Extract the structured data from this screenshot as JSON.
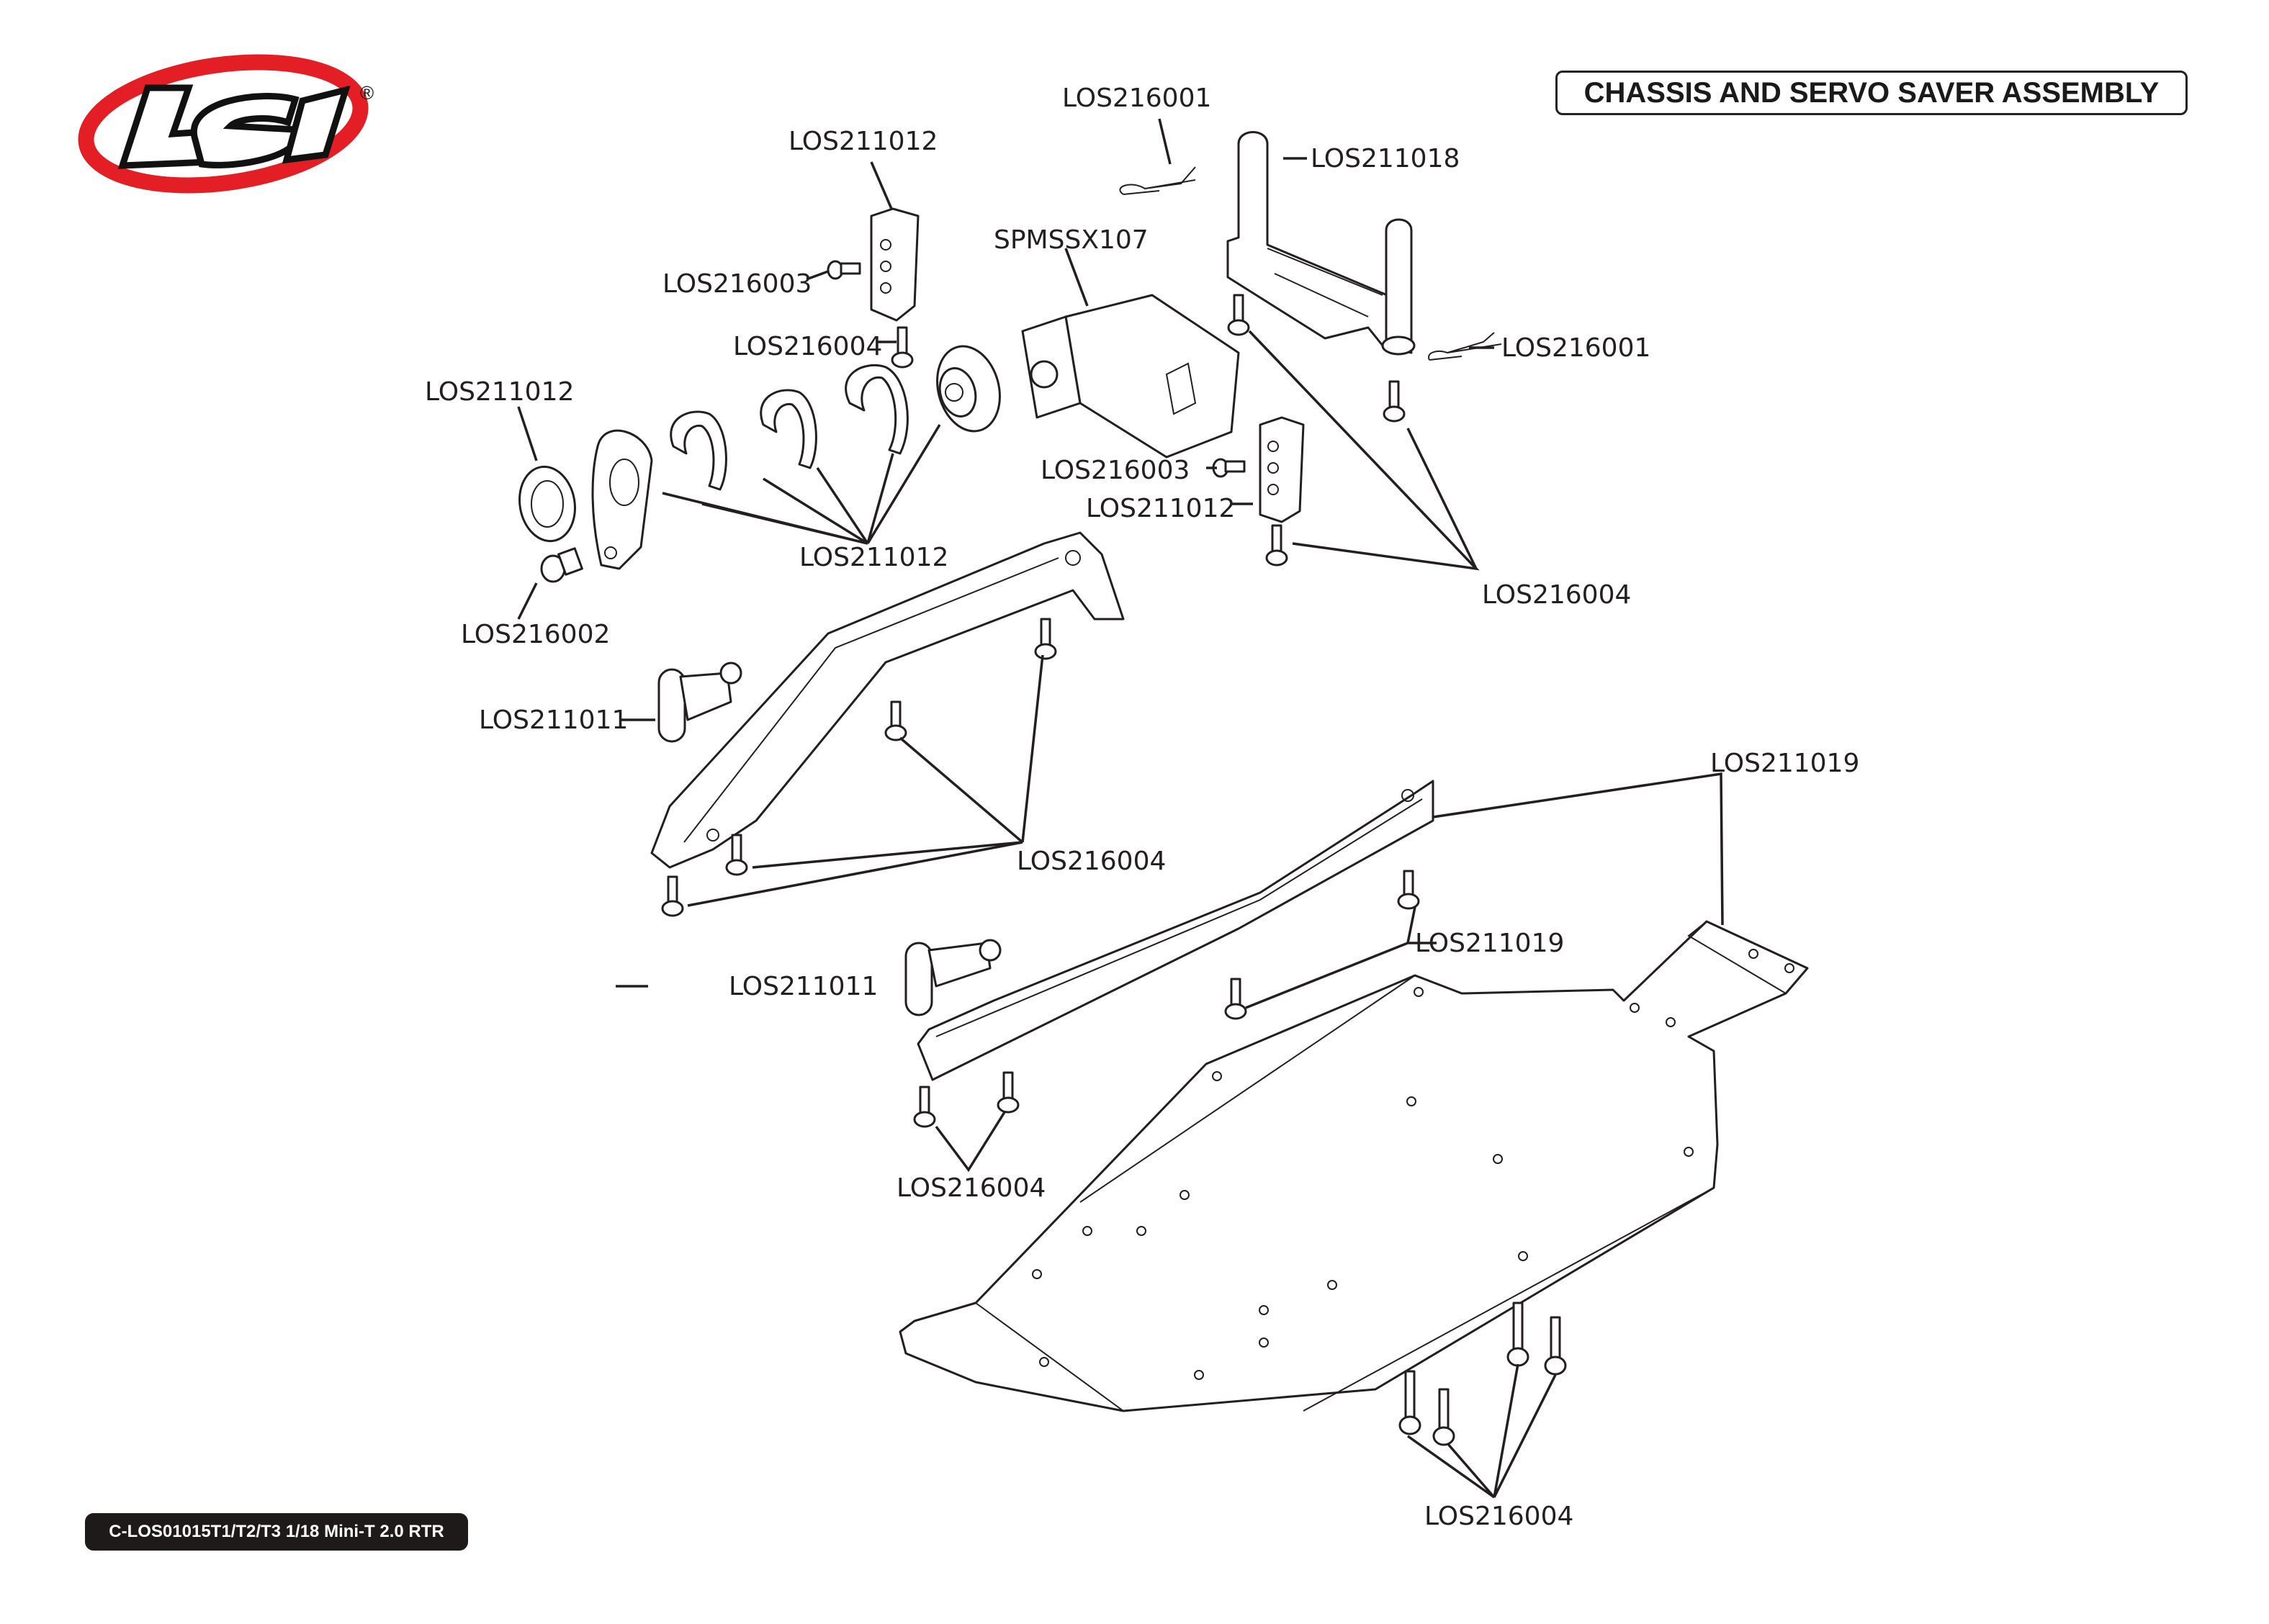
{
  "header": {
    "brand": "LOSI",
    "registered_mark": "®",
    "title": "CHASSIS AND SERVO SAVER ASSEMBLY"
  },
  "footer": {
    "model_code": "C-LOS01015T1/T2/T3 1/18 Mini-T 2.0 RTR"
  },
  "colors": {
    "logo_red": "#e31e24",
    "ink": "#231f20",
    "footer_bg": "#1e1a1a"
  },
  "callouts": [
    {
      "id": "c1",
      "part": "LOS216001",
      "target": "body-clip-top"
    },
    {
      "id": "c2",
      "part": "LOS211012",
      "target": "servo-mount-upper"
    },
    {
      "id": "c3",
      "part": "LOS211018",
      "target": "body-mount-post"
    },
    {
      "id": "c4",
      "part": "SPMSSX107",
      "target": "servo"
    },
    {
      "id": "c5",
      "part": "LOS216003",
      "target": "servo-mount-screw-upper"
    },
    {
      "id": "c6",
      "part": "LOS216004",
      "target": "servo-mount-screw-upper-bottom"
    },
    {
      "id": "c7",
      "part": "LOS216001",
      "target": "body-clip-right"
    },
    {
      "id": "c8",
      "part": "LOS211012",
      "target": "servo-saver-nut"
    },
    {
      "id": "c9",
      "part": "LOS216003",
      "target": "servo-mount-screw-lower"
    },
    {
      "id": "c10",
      "part": "LOS211012",
      "target": "servo-mount-lower"
    },
    {
      "id": "c11",
      "part": "LOS211012",
      "target": "servo-saver-springs"
    },
    {
      "id": "c12",
      "part": "LOS216004",
      "target": "post-and-mount-screws"
    },
    {
      "id": "c13",
      "part": "LOS216002",
      "target": "servo-saver-screw"
    },
    {
      "id": "c14",
      "part": "LOS211011",
      "target": "bellcrank-left"
    },
    {
      "id": "c15",
      "part": "LOS216004",
      "target": "left-rail-screws"
    },
    {
      "id": "c16",
      "part": "LOS211019",
      "target": "chassis"
    },
    {
      "id": "c17",
      "part": "LOS211019",
      "target": "right-rail"
    },
    {
      "id": "c18",
      "part": "LOS211011",
      "target": "bellcrank-right"
    },
    {
      "id": "c19",
      "part": "LOS216004",
      "target": "right-rail-screws"
    },
    {
      "id": "c20",
      "part": "LOS216004",
      "target": "chassis-bottom-screws"
    }
  ]
}
